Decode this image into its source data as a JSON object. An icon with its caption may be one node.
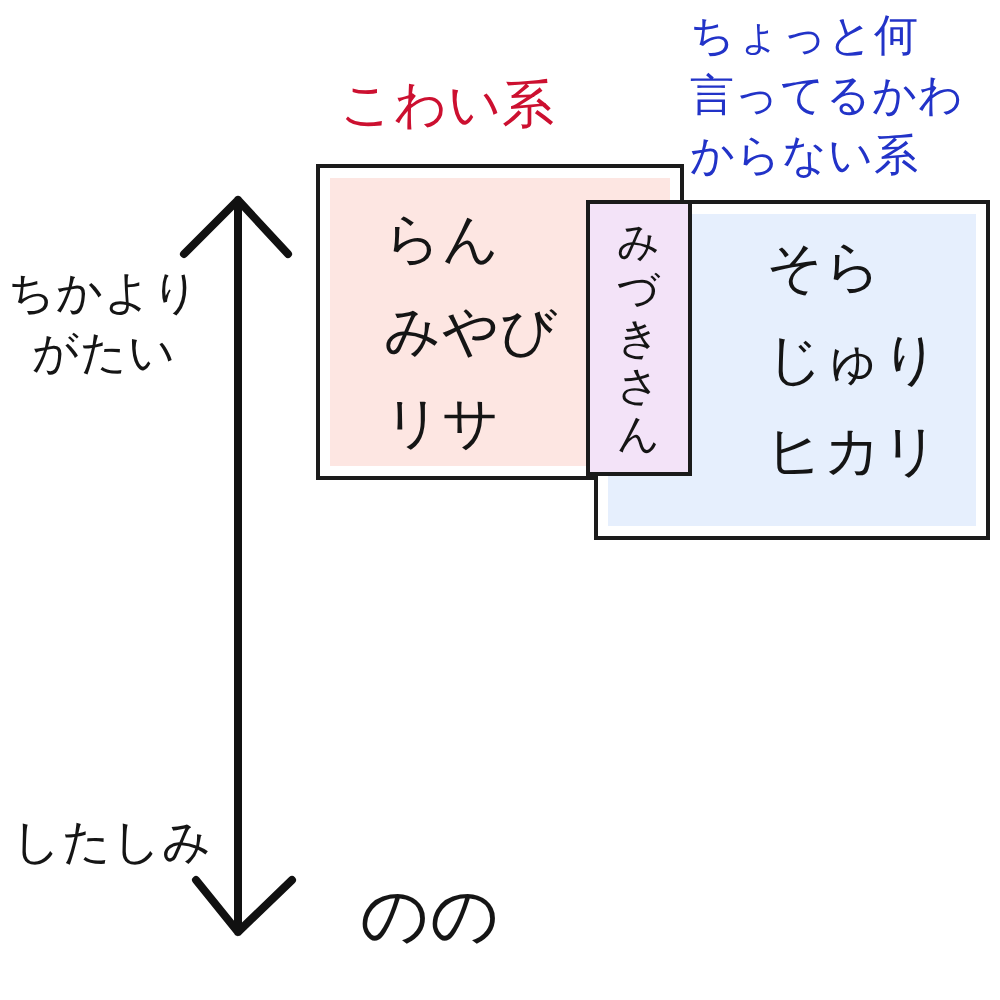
{
  "diagram": {
    "nodes": [
      {
        "text": [
          "こわい系",
          "らん",
          "みやび",
          "リサ"
        ]
      },
      {
        "text": [
          "みづきさん"
        ]
      },
      {
        "text": [
          "ちょっと何言ってるかわからない系",
          "そら",
          "じゅり",
          "ヒカリ"
        ]
      }
    ],
    "labels": [
      "ちかよりがたい",
      "したしみ",
      "のの"
    ]
  }
}
